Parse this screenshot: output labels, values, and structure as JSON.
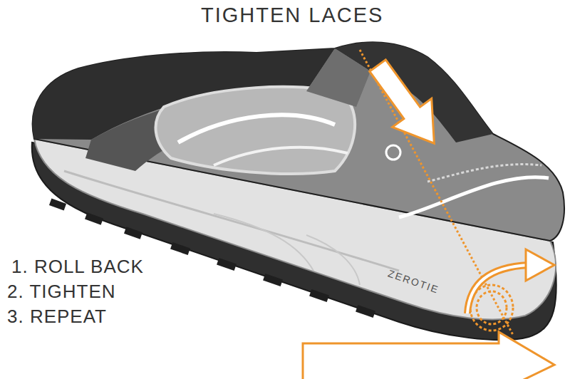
{
  "diagram": {
    "title": "TIGHTEN LACES",
    "labels": [
      "1. ROLL BACK",
      "2. TIGHTEN",
      "3. REPEAT",
      "ZEROTIE"
    ]
  }
}
